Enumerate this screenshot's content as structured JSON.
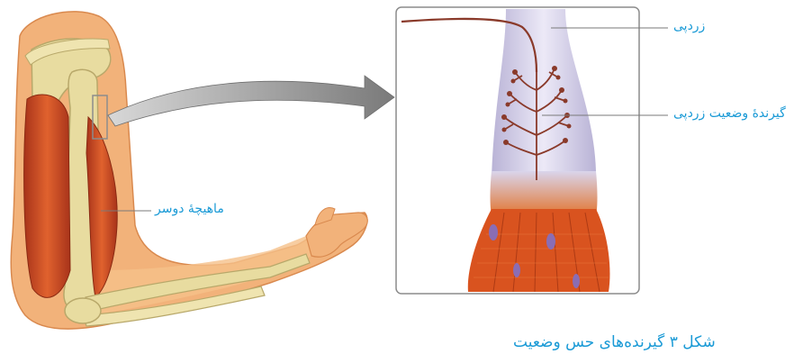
{
  "labels": {
    "tendon": "زردپی",
    "tendon_receptor": "گیرندهٔ وضعیت زردپی",
    "biceps": "ماهیچهٔ دوسر"
  },
  "caption": "شکل ۳ گیرنده‌های حس وضعیت",
  "colors": {
    "label": "#1a9ad6",
    "muscle": "#c9461e",
    "bone": "#e8dca0",
    "skin": "#f2b27a",
    "tendon": "#c9c4e0",
    "nerve": "#8a3a2a",
    "arrow": "#8c8c8c"
  }
}
